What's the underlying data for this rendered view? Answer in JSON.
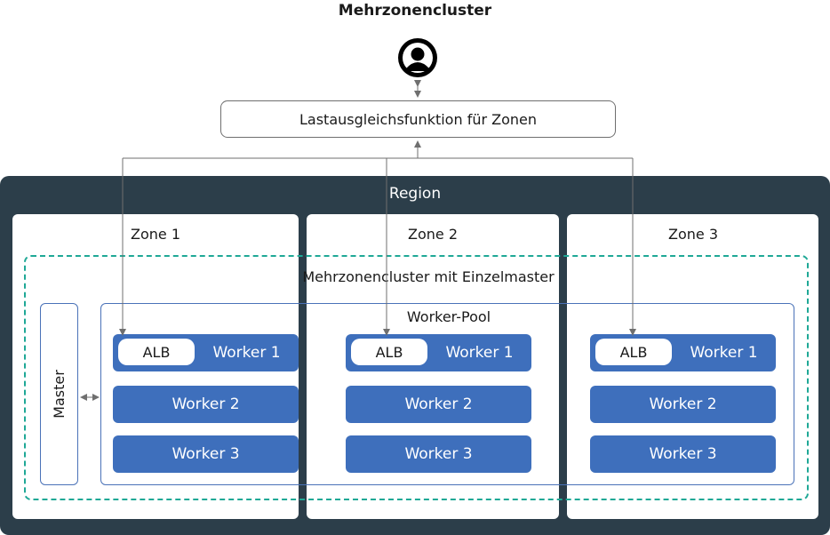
{
  "title": "Mehrzonencluster",
  "user_icon": "user-icon",
  "load_balancer": {
    "label": "Lastausgleichsfunktion für Zonen"
  },
  "region": {
    "label": "Region"
  },
  "zones": [
    {
      "label": "Zone 1"
    },
    {
      "label": "Zone 2"
    },
    {
      "label": "Zone 3"
    }
  ],
  "cluster": {
    "label": "Mehrzonencluster mit Einzelmaster"
  },
  "master": {
    "label": "Master"
  },
  "worker_pool": {
    "label": "Worker-Pool"
  },
  "alb_label": "ALB",
  "workers": [
    [
      "Worker 1",
      "Worker 2",
      "Worker 3"
    ],
    [
      "Worker 1",
      "Worker 2",
      "Worker 3"
    ],
    [
      "Worker 1",
      "Worker 2",
      "Worker 3"
    ]
  ],
  "colors": {
    "region": "#2c3e4a",
    "worker": "#3e6fbc",
    "dashed_border": "#1fa896",
    "connector": "#6f6f6f"
  }
}
